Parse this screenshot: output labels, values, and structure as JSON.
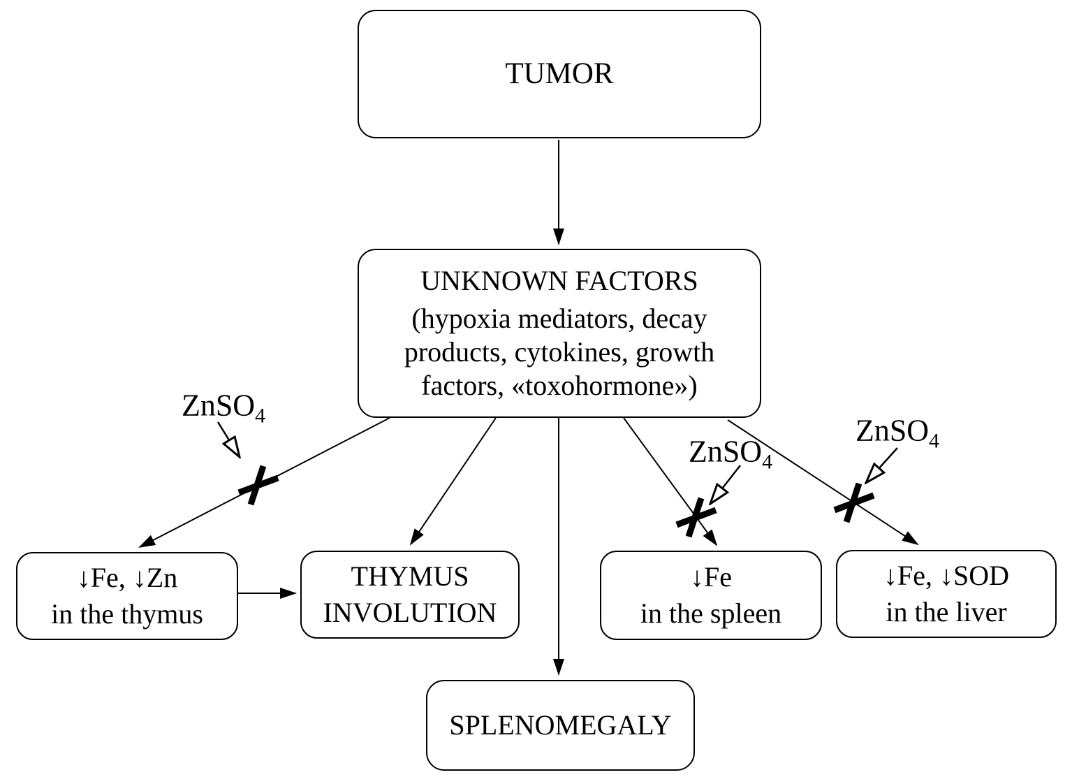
{
  "diagram": {
    "colors": {
      "ink": "#000000",
      "background": "#ffffff",
      "box_fill": "#ffffff"
    },
    "nodes": {
      "tumor": {
        "label": "TUMOR"
      },
      "unknown_factors": {
        "title": "UNKNOWN FACTORS",
        "subtitle_lines": [
          "(hypoxia mediators, decay",
          "products, cytokines, growth",
          "factors, «toxohormone»)"
        ]
      },
      "thymus_minerals": {
        "lines": [
          "↓Fe, ↓Zn",
          "in the thymus"
        ]
      },
      "thymus_involution": {
        "lines": [
          "THYMUS",
          "INVOLUTION"
        ]
      },
      "spleen_iron": {
        "lines": [
          "↓Fe",
          "in the spleen"
        ]
      },
      "liver_iron_sod": {
        "lines": [
          "↓Fe, ↓SOD",
          "in the liver"
        ]
      },
      "splenomegaly": {
        "label": "SPLENOMEGALY"
      }
    },
    "inhibitors": {
      "left": {
        "text": "ZnSO",
        "sub": "4"
      },
      "middle": {
        "text": "ZnSO",
        "sub": "4"
      },
      "right": {
        "text": "ZnSO",
        "sub": "4"
      }
    },
    "symbols": {
      "blocked_pathway_mark": "bold-x-cross",
      "flow_arrowhead": "filled-arrowhead",
      "inhibitor_arrowhead": "open-arrowhead"
    }
  }
}
